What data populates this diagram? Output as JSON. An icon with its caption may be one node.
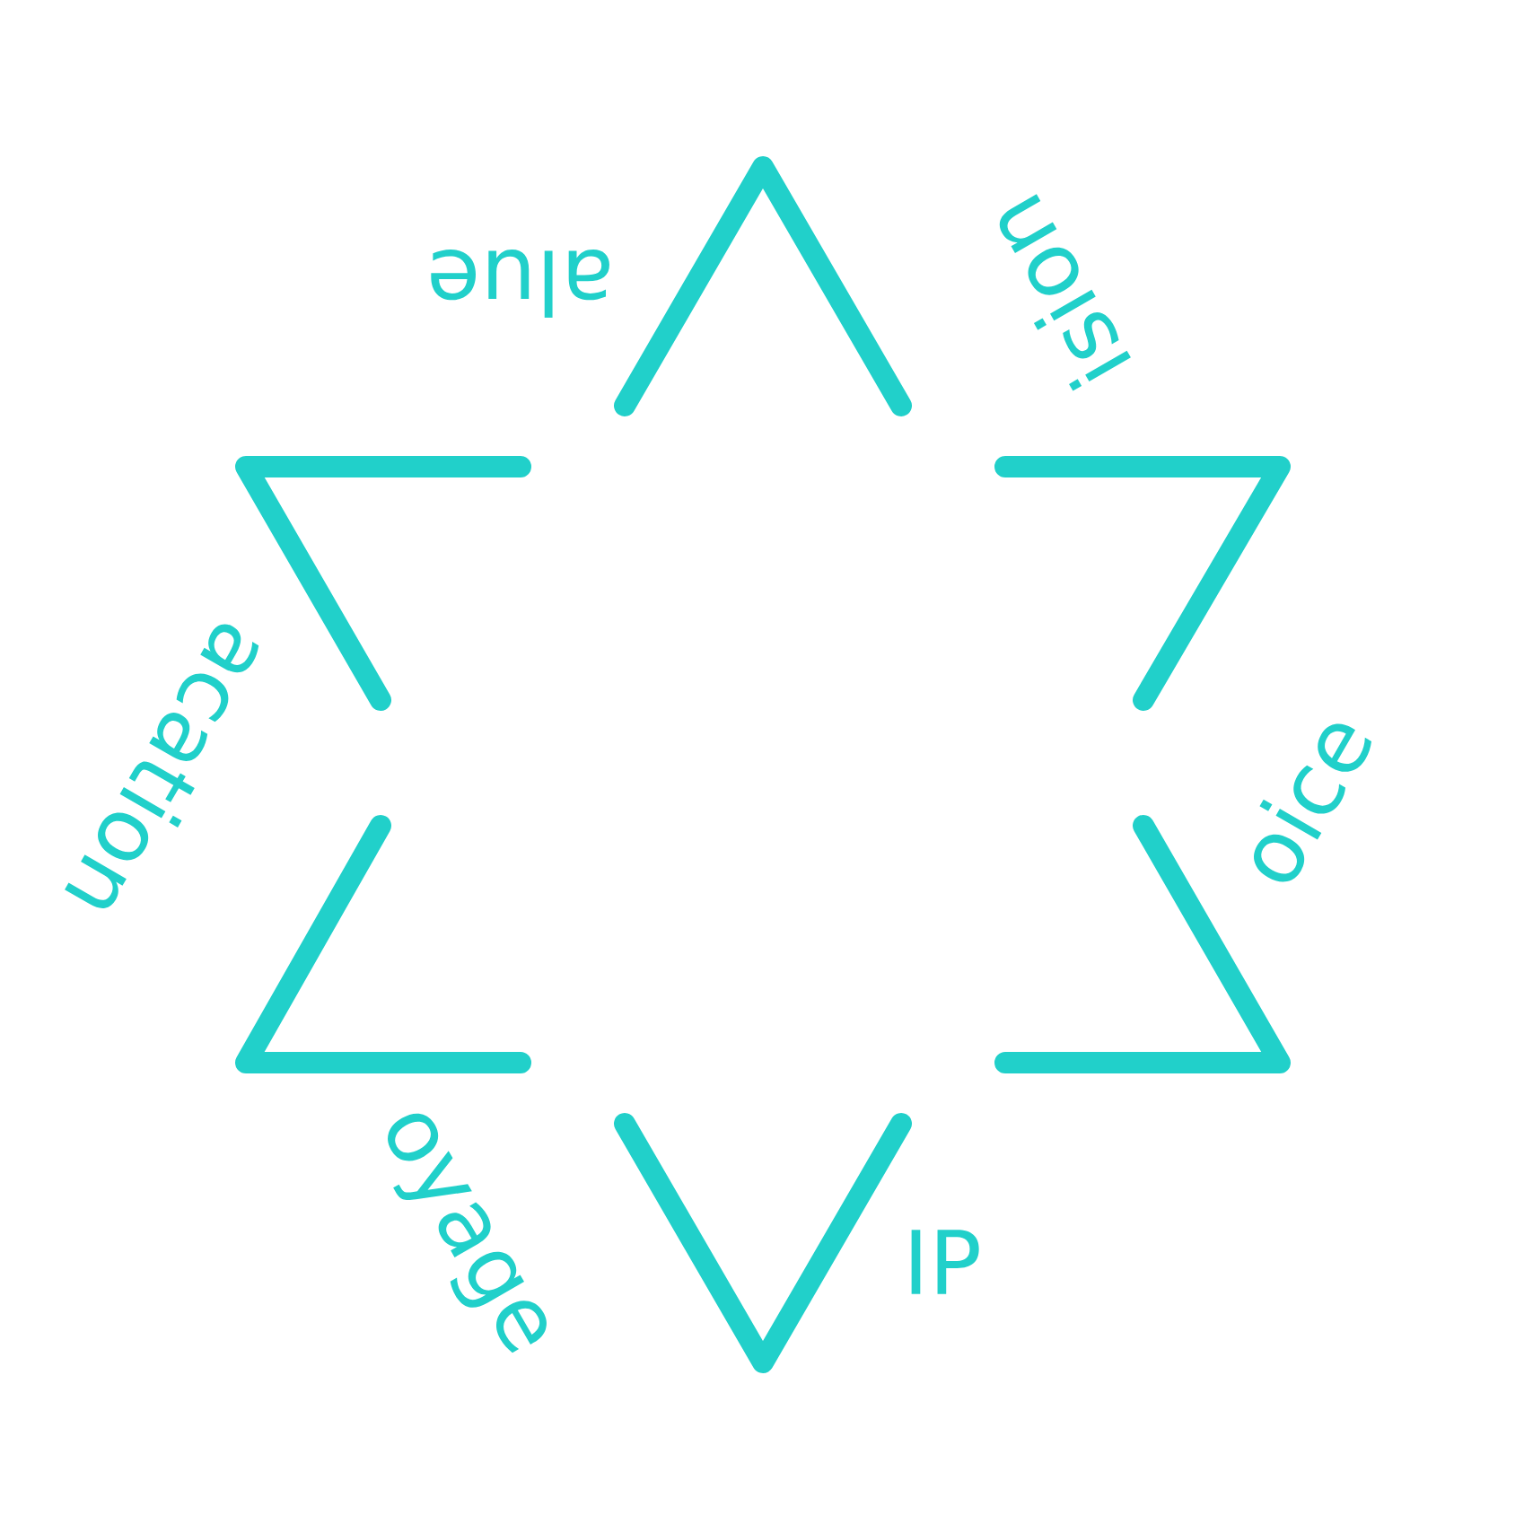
{
  "diagram": {
    "labels": [
      "alue",
      "ision",
      "acation",
      "oice",
      "oyage",
      "IP"
    ]
  }
}
